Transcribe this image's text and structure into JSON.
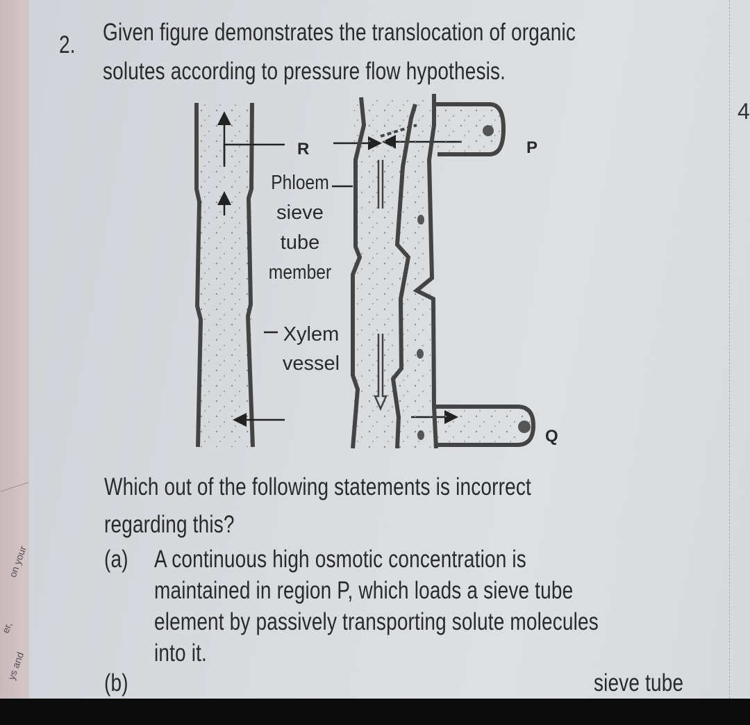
{
  "margin": {
    "left_fragments": [
      "on your",
      "er,",
      "ys and"
    ],
    "page_number": "4"
  },
  "question": {
    "number": "2.",
    "intro_lines": [
      "Given figure demonstrates the translocation of organic",
      "solutes according to pressure flow hypothesis."
    ],
    "figure_labels": {
      "r": "R",
      "p": "P",
      "q": "Q",
      "phloem": [
        "Phloem",
        "sieve",
        "tube",
        "member"
      ],
      "xylem": [
        "Xylem",
        "vessel"
      ]
    },
    "prompt_lines": [
      "Which out of the following statements is incorrect",
      "regarding this?"
    ],
    "options": [
      {
        "label": "(a)",
        "lines": [
          "A continuous high osmotic concentration is",
          "maintained in region P, which loads a sieve tube",
          "element by passively transporting solute molecules",
          "into it."
        ]
      },
      {
        "label": "(b)",
        "lines": [
          "sieve tube"
        ]
      }
    ]
  }
}
